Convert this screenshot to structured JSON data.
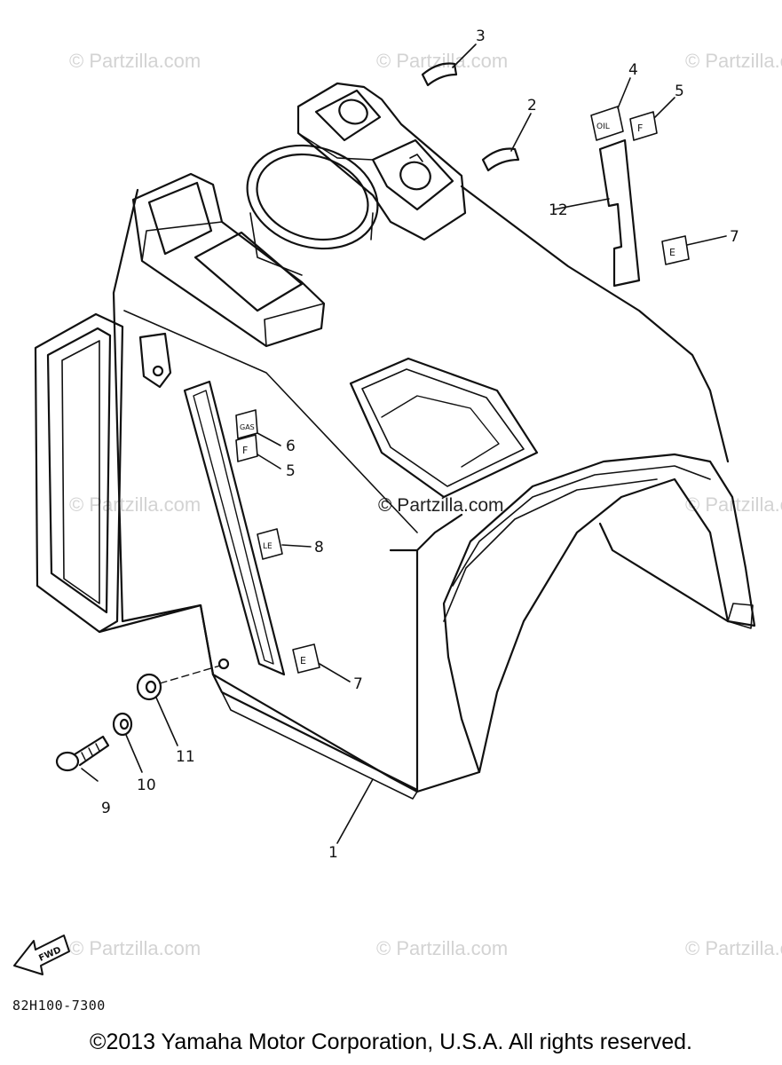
{
  "watermark_text": "© Partzilla.com",
  "callouts": {
    "c1": "1",
    "c2": "2",
    "c3": "3",
    "c4": "4",
    "c5a": "5",
    "c5b": "5",
    "c6": "6",
    "c7a": "7",
    "c7b": "7",
    "c8": "8",
    "c9": "9",
    "c10": "10",
    "c11": "11",
    "c12": "12"
  },
  "decals": {
    "oil": "OIL",
    "gas": "GAS",
    "f": "F",
    "e": "E",
    "le": "LE"
  },
  "fwd_label": "FWD",
  "drawing_code": "82H100-7300",
  "copyright": "©2013 Yamaha Motor Corporation, U.S.A. All rights reserved."
}
